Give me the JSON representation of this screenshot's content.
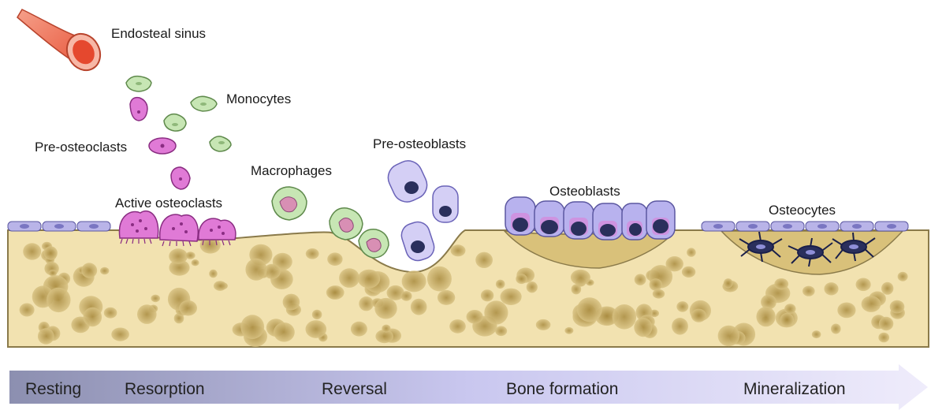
{
  "labels": {
    "endosteal_sinus": "Endosteal sinus",
    "monocytes": "Monocytes",
    "pre_osteoclasts": "Pre-osteoclasts",
    "active_osteoclasts": "Active osteoclasts",
    "macrophages": "Macrophages",
    "pre_osteoblasts": "Pre-osteoblasts",
    "osteoblasts": "Osteoblasts",
    "osteocytes": "Osteocytes"
  },
  "phases": [
    "Resting",
    "Resorption",
    "Reversal",
    "Bone formation",
    "Mineralization"
  ],
  "colors": {
    "bone": "#f2e2b0",
    "bone_pore": "#c9b06a",
    "lining_cell": "#b9b4e8",
    "monocyte": "#c7e6b4",
    "osteoclast": "#e07ad6",
    "osteoblast": "#b8b2ee",
    "nucleus": "#2a2f5c",
    "vessel": "#f07a5c",
    "arrow_start": "#8c8fb0",
    "arrow_end": "#ece8fa"
  }
}
